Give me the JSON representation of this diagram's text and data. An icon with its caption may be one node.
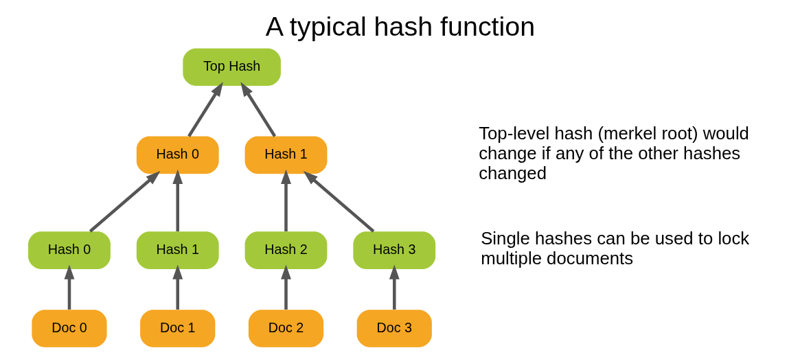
{
  "diagram": {
    "title": "A typical hash function",
    "nodes": [
      {
        "text": [
          "Top Hash"
        ]
      },
      {
        "text": [
          "Hash 0"
        ]
      },
      {
        "text": [
          "Hash 1"
        ]
      },
      {
        "text": [
          "Hash 0"
        ]
      },
      {
        "text": [
          "Hash 1"
        ]
      },
      {
        "text": [
          "Hash 2"
        ]
      },
      {
        "text": [
          "Hash 3"
        ]
      },
      {
        "text": [
          "Doc 0"
        ]
      },
      {
        "text": [
          "Doc 1"
        ]
      },
      {
        "text": [
          "Doc 2"
        ]
      },
      {
        "text": [
          "Doc 3"
        ]
      }
    ],
    "edges": [
      {
        "from": 1,
        "to": 0,
        "arrow": "to"
      },
      {
        "from": 2,
        "to": 0,
        "arrow": "to"
      },
      {
        "from": 3,
        "to": 1,
        "arrow": "to"
      },
      {
        "from": 4,
        "to": 1,
        "arrow": "to"
      },
      {
        "from": 5,
        "to": 2,
        "arrow": "to"
      },
      {
        "from": 6,
        "to": 2,
        "arrow": "to"
      },
      {
        "from": 7,
        "to": 3,
        "arrow": "to"
      },
      {
        "from": 8,
        "to": 4,
        "arrow": "to"
      },
      {
        "from": 9,
        "to": 5,
        "arrow": "to"
      },
      {
        "from": 10,
        "to": 6,
        "arrow": "to"
      }
    ],
    "labels": [
      "Top-level hash (merkel root) would change if any of the other hashes changed",
      "Single hashes can be used to lock multiple documents"
    ]
  }
}
